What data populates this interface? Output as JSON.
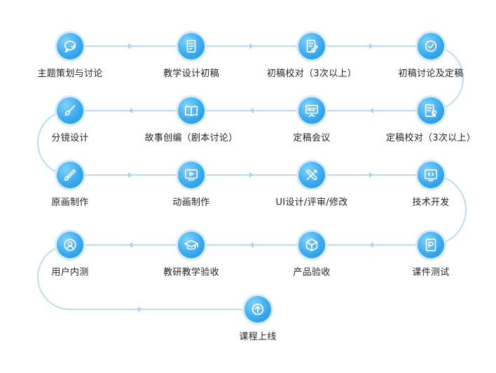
{
  "colors": {
    "line": "#bcdcf3",
    "arrow": "#a9d0ef",
    "circle": "#3aaaf0",
    "icon_stroke": "#ffffff",
    "label": "#222222"
  },
  "steps": [
    {
      "label": "主题策划与讨论",
      "icon": "speech-bubble-icon"
    },
    {
      "label": "教学设计初稿",
      "icon": "document-icon"
    },
    {
      "label": "初稿校对（3次以上）",
      "icon": "edit-document-icon"
    },
    {
      "label": "初稿讨论及定稿",
      "icon": "check-circle-icon"
    },
    {
      "label": "分镜设计",
      "icon": "paint-brush-icon"
    },
    {
      "label": "故事创编（剧本讨论）",
      "icon": "open-book-icon"
    },
    {
      "label": "定稿会议",
      "icon": "presentation-board-icon"
    },
    {
      "label": "定稿校对（3次以上）",
      "icon": "certificate-document-icon"
    },
    {
      "label": "原画制作",
      "icon": "pencil-brush-icon"
    },
    {
      "label": "动画制作",
      "icon": "play-screen-icon"
    },
    {
      "label": "UI设计/评审/修改",
      "icon": "design-tools-icon"
    },
    {
      "label": "技术开发",
      "icon": "code-window-icon"
    },
    {
      "label": "用户内测",
      "icon": "user-icon"
    },
    {
      "label": "教研教学验收",
      "icon": "graduation-cap-icon"
    },
    {
      "label": "产品验收",
      "icon": "package-box-icon"
    },
    {
      "label": "课件测试",
      "icon": "test-document-icon"
    },
    {
      "label": "课程上线",
      "icon": "upload-arrow-icon"
    }
  ]
}
